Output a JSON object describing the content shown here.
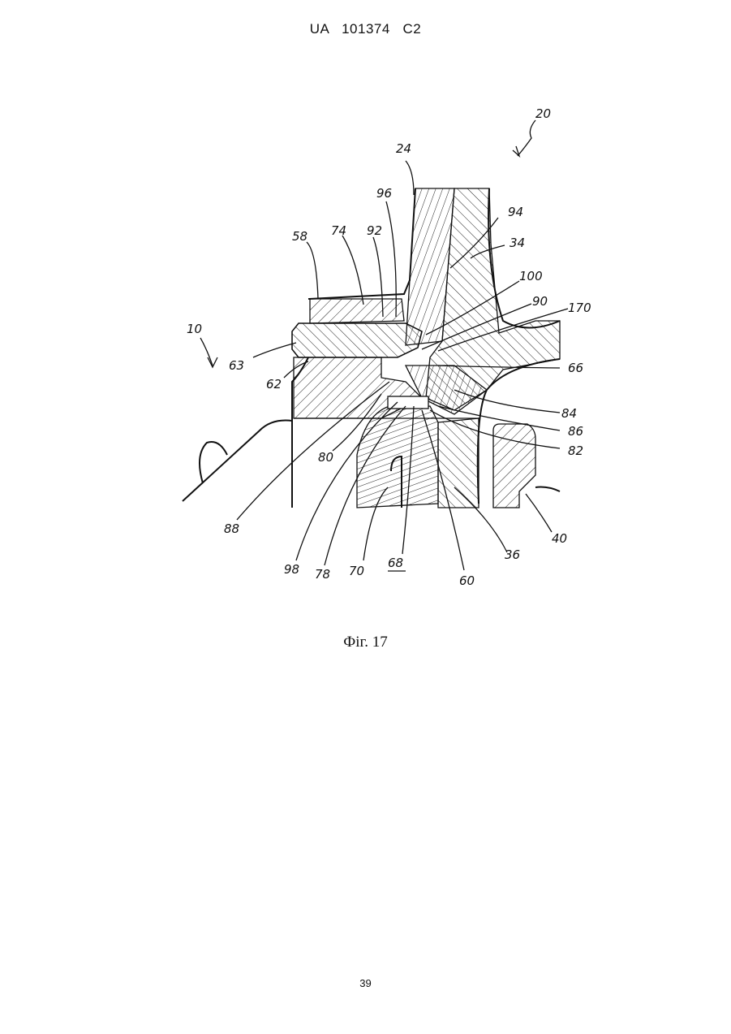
{
  "header": {
    "publication": "UA   101374   C2"
  },
  "figure": {
    "caption": "Фіг. 17",
    "labels": {
      "l20": "20",
      "l24": "24",
      "l96": "96",
      "l94": "94",
      "l58": "58",
      "l74": "74",
      "l92": "92",
      "l34": "34",
      "l100": "100",
      "l90": "90",
      "l170": "170",
      "l10": "10",
      "l63": "63",
      "l62": "62",
      "l66": "66",
      "l84": "84",
      "l86": "86",
      "l82": "82",
      "l80": "80",
      "l88": "88",
      "l98": "98",
      "l78": "78",
      "l70": "70",
      "l68": "68",
      "l60": "60",
      "l36": "36",
      "l40": "40"
    }
  },
  "footer": {
    "page_number": "39"
  }
}
